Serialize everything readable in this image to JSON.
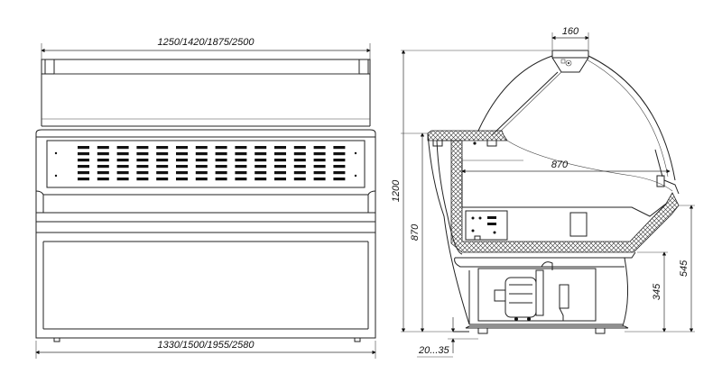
{
  "front_view": {
    "width_top": "1250/1420/1875/2500",
    "width_bottom": "1330/1500/1955/2580"
  },
  "side_view": {
    "top_width": "160",
    "depth": "870",
    "height_total": "1200",
    "height_counter": "870",
    "height_545": "545",
    "height_345": "345",
    "foot_range": "20...35"
  },
  "colors": {
    "line": "#222222",
    "background": "#ffffff"
  }
}
